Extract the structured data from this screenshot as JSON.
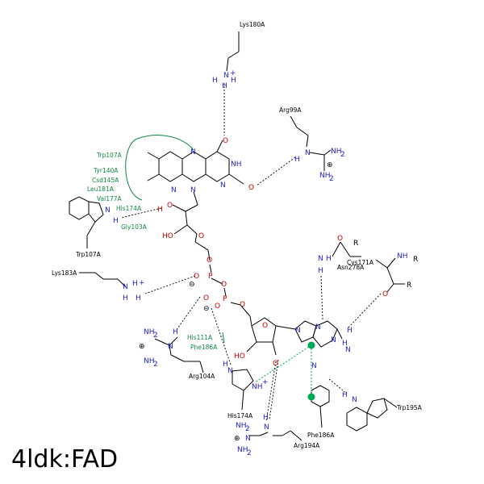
{
  "title": "4ldk:FAD",
  "residues": {
    "lys180a": "Lys180A",
    "arg99a": "Arg99A",
    "trp107a_h": "Trp107A",
    "tyr140a": "Tyr140A",
    "csd145a": "Csd145A",
    "leu181a": "Leu181A",
    "val177a": "Val177A",
    "his174a_h": "His174A",
    "gly103a": "Gly103A",
    "trp107a": "Trp107A",
    "lys183a": "Lys183A",
    "cys171a": "Cys171A",
    "asn278a": "Asn278A",
    "his111a": "His111A",
    "phe186a_h": "Phe186A",
    "arg104a": "Arg104A",
    "his174a": "His174A",
    "trp195a": "Trp195A",
    "phe186a": "Phe186A",
    "arg194a": "Arg194A"
  },
  "colors": {
    "hydrophobic": "#118844",
    "nitrogen": "#2222cc",
    "oxygen": "#cc0000",
    "pi_stack": "#00aa55"
  }
}
